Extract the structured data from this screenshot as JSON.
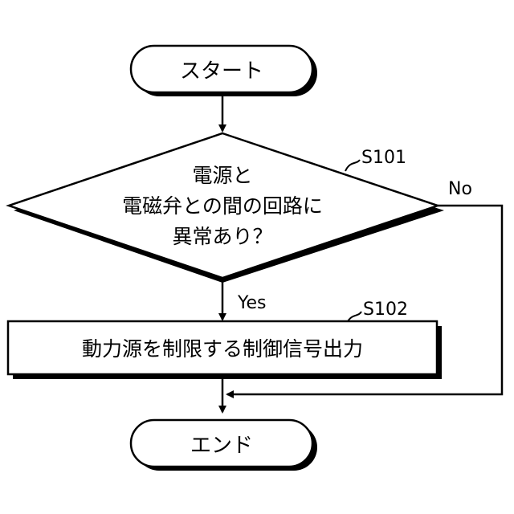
{
  "flowchart": {
    "start": {
      "label": "スタート"
    },
    "decision": {
      "step_id": "S101",
      "lines": [
        "電源と",
        "電磁弁との間の回路に",
        "異常あり？"
      ],
      "yes_label": "Yes",
      "no_label": "No"
    },
    "process": {
      "step_id": "S102",
      "label": "動力源を制限する制御信号出力"
    },
    "end": {
      "label": "エンド"
    }
  }
}
